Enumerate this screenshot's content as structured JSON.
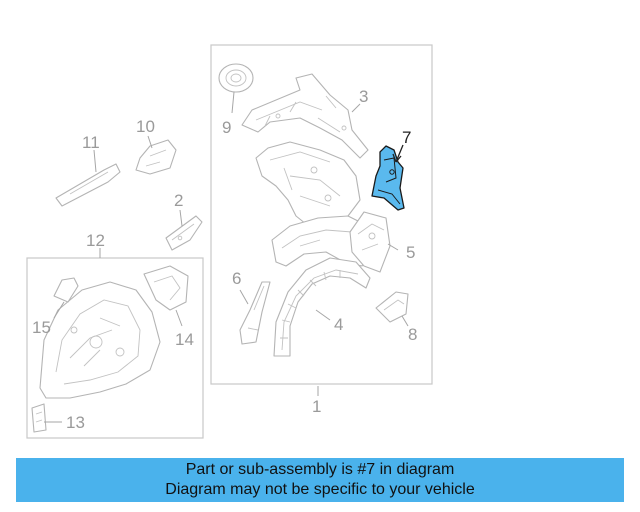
{
  "diagram": {
    "callouts": {
      "c1": "1",
      "c2": "2",
      "c3": "3",
      "c4": "4",
      "c5": "5",
      "c6": "6",
      "c7": "7",
      "c8": "8",
      "c9": "9",
      "c10": "10",
      "c11": "11",
      "c12": "12",
      "c13": "13",
      "c14": "14",
      "c15": "15"
    },
    "highlighted_part": "7",
    "highlight_color": "#5ab9ee"
  },
  "banner": {
    "line1": "Part or sub-assembly is #7 in diagram",
    "line2": "Diagram may not be specific to your vehicle",
    "background": "#4ab2ec"
  }
}
